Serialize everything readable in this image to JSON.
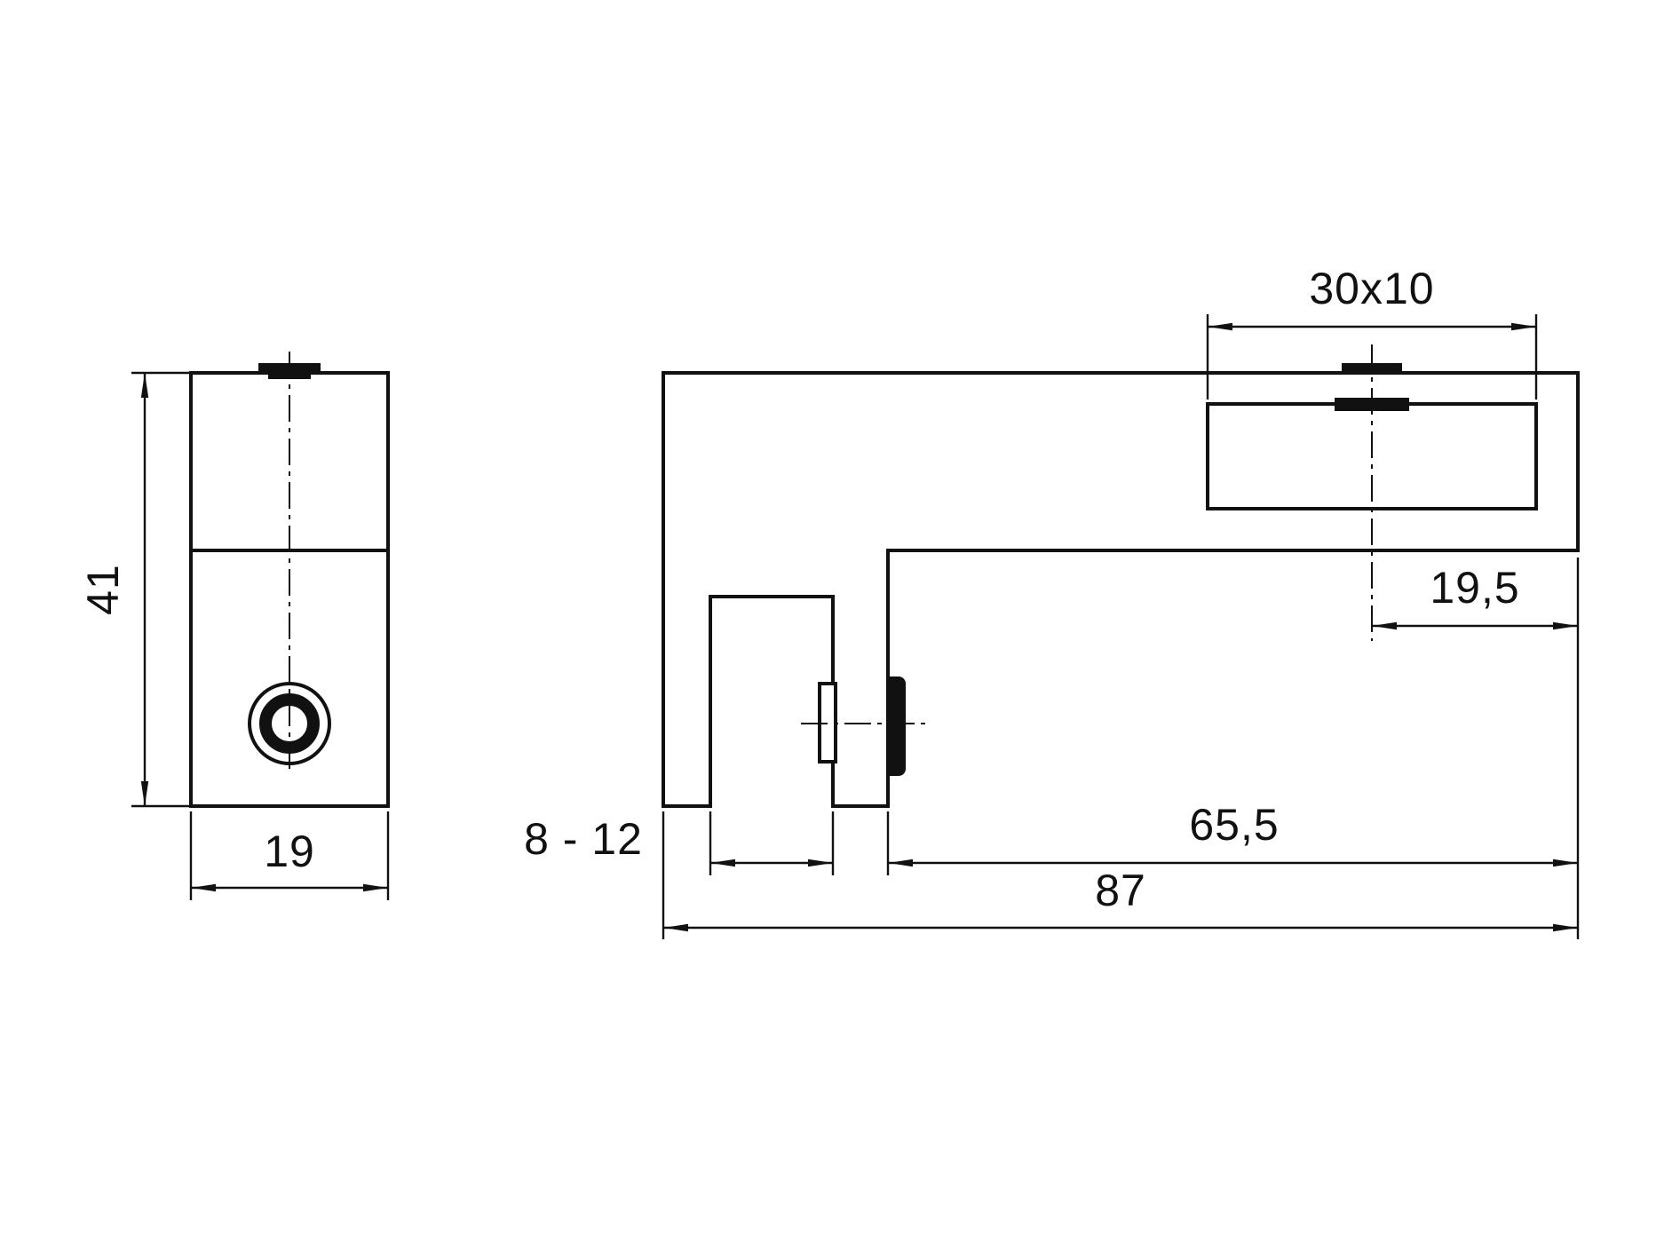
{
  "page": {
    "background": "#ffffff",
    "ink": "#111111",
    "kind": "technical dimension drawing"
  },
  "drawing": {
    "views": {
      "side_view": {
        "dims": {
          "height": "41",
          "width": "19"
        }
      },
      "front_view": {
        "dims": {
          "slot": "30x10",
          "slot_center_offset": "19,5",
          "clamp_gap": "8 - 12",
          "arm_length": "65,5",
          "overall_width": "87"
        }
      }
    }
  }
}
